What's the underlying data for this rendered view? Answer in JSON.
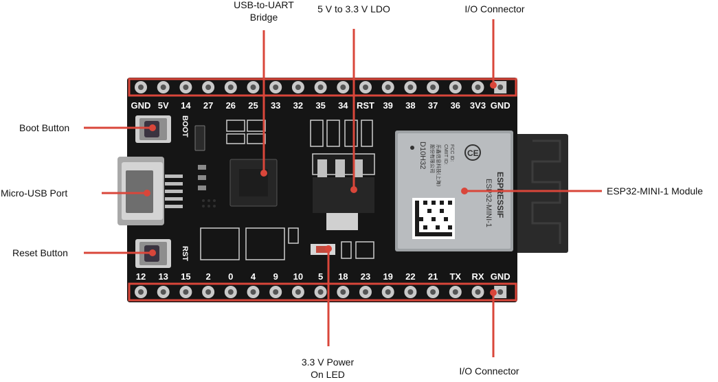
{
  "callouts": {
    "usb_uart": [
      "USB-to-UART",
      "Bridge"
    ],
    "ldo": "5 V to 3.3 V LDO",
    "io_top": "I/O Connector",
    "boot_button": "Boot Button",
    "micro_usb": "Micro-USB Port",
    "reset_button": "Reset Button",
    "esp_module": "ESP32-MINI-1 Module",
    "power_led": [
      "3.3 V Power",
      "On LED"
    ],
    "io_bottom": "I/O Connector"
  },
  "pins": {
    "top": [
      "GND",
      "5V",
      "14",
      "27",
      "26",
      "25",
      "33",
      "32",
      "35",
      "34",
      "RST",
      "39",
      "38",
      "37",
      "36",
      "3V3",
      "GND"
    ],
    "bottom": [
      "12",
      "13",
      "15",
      "2",
      "0",
      "4",
      "9",
      "10",
      "5",
      "18",
      "23",
      "19",
      "22",
      "21",
      "TX",
      "RX",
      "GND"
    ]
  },
  "board_silkscreen": {
    "boot": "BOOT",
    "rst": "RST",
    "module_brand": "ESPRESSIF",
    "module_model": "ESP32-MINI-1",
    "module_code": "D10H32",
    "module_fcc": "FCC ID:",
    "module_cmiit": "CMIIT ID:",
    "module_ce": "CE",
    "module_maker_line1": "乐鑫信息科技(上海)",
    "module_maker_line2": "股份有限公司"
  },
  "colors": {
    "callout_line": "#d9463a",
    "board": "#151515",
    "module_shield": "#b9bcbf",
    "antenna": "#2a2a2a",
    "pad": "#c9c9c9"
  }
}
